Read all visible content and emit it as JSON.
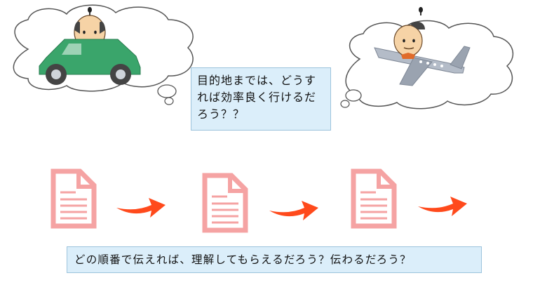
{
  "question_text": "目的地までは、どうすれば効率良く行けるだろう？？",
  "caption_text": "どの順番で伝えれば、理解してもらえるだろう？伝わるだろう？",
  "colors": {
    "callout_fill": "#dbeefa",
    "callout_border": "#9cc3dc",
    "document_icon": "#f5a3a3",
    "arrow": "#ff4a1c",
    "car_body": "#3aa56b",
    "plane_body": "#b4bcc8",
    "cloud_outline": "#555555"
  },
  "icons": [
    "thought-cloud",
    "car",
    "airplane",
    "document-icon",
    "arrow-right-icon"
  ]
}
